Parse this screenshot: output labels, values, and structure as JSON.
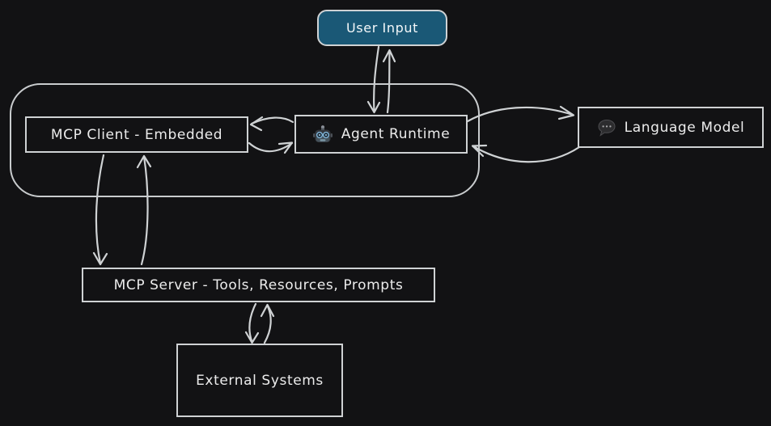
{
  "colors": {
    "background": "#121214",
    "stroke": "#cfd2d4",
    "text": "#ececec",
    "user_input_fill": "#1a5876"
  },
  "nodes": {
    "user_input": {
      "label": "User Input"
    },
    "mcp_client": {
      "label": "MCP Client - Embedded"
    },
    "agent_runtime": {
      "label": "Agent Runtime",
      "icon": "robot-icon"
    },
    "language_model": {
      "label": "Language Model",
      "icon": "speech-bubble-icon"
    },
    "mcp_server": {
      "label": "MCP Server - Tools, Resources, Prompts"
    },
    "external_systems": {
      "label": "External Systems"
    }
  },
  "edges": [
    {
      "from": "user_input",
      "to": "agent_runtime",
      "direction": "bidirectional"
    },
    {
      "from": "agent_runtime",
      "to": "mcp_client",
      "direction": "bidirectional"
    },
    {
      "from": "agent_runtime",
      "to": "language_model",
      "direction": "bidirectional"
    },
    {
      "from": "mcp_client",
      "to": "mcp_server",
      "direction": "bidirectional"
    },
    {
      "from": "mcp_server",
      "to": "external_systems",
      "direction": "bidirectional"
    }
  ]
}
